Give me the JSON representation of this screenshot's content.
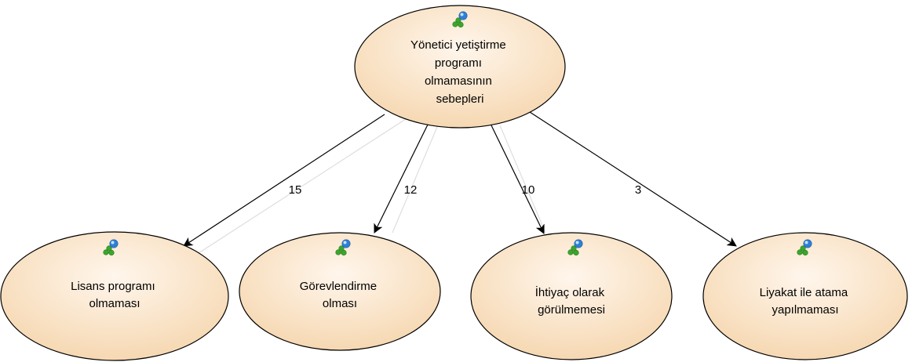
{
  "diagram": {
    "root": {
      "id": "root",
      "lines": [
        "Yönetici yetiştirme",
        "programı",
        "olmamasının",
        "sebepleri"
      ],
      "icon": "network-node-icon"
    },
    "children": [
      {
        "id": "c1",
        "lines": [
          "Lisans programı",
          "olmaması"
        ],
        "icon": "network-node-icon",
        "edge_label": "15"
      },
      {
        "id": "c2",
        "lines": [
          "Görevlendirme",
          "olması"
        ],
        "icon": "network-node-icon",
        "edge_label": "12"
      },
      {
        "id": "c3",
        "lines": [
          "İhtiyaç olarak",
          "görülmemesi"
        ],
        "icon": "network-node-icon",
        "edge_label": "10"
      },
      {
        "id": "c4",
        "lines": [
          "Liyakat ile atama",
          "yapılmaması"
        ],
        "icon": "network-node-icon",
        "edge_label": "3"
      }
    ],
    "colors": {
      "node_fill_light": "#fff6ec",
      "node_fill_dark": "#f6d8b2",
      "node_stroke": "#000000",
      "edge": "#000000",
      "icon_green": "#3da52e",
      "icon_blue": "#2f7fd6"
    }
  }
}
